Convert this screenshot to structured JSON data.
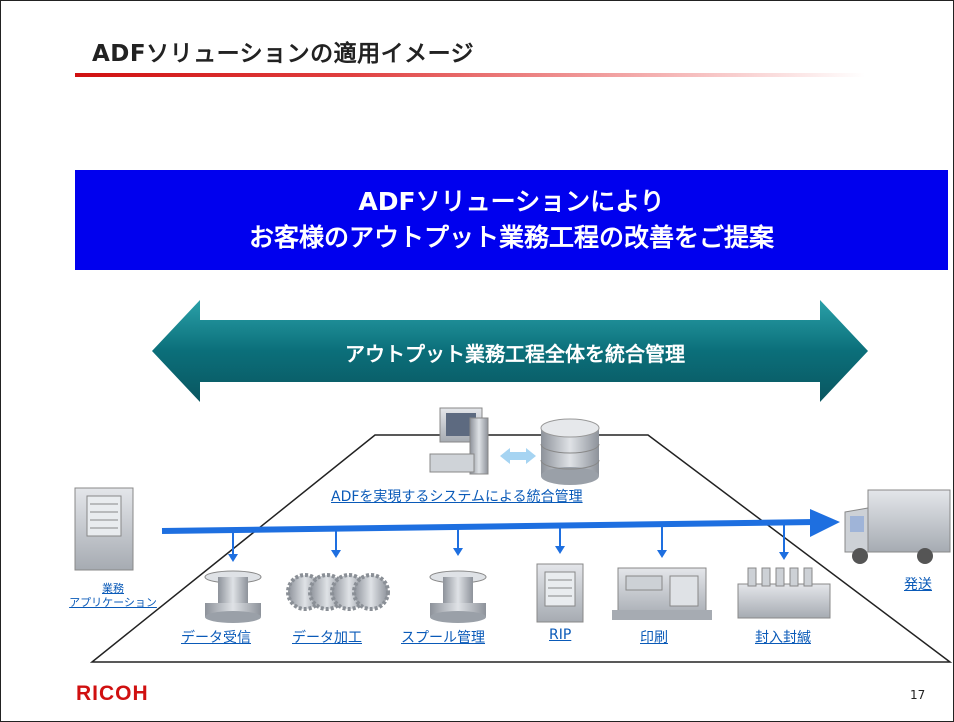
{
  "slide": {
    "title": "ADFソリューションの適用イメージ",
    "banner_line1": "ADFソリューションにより",
    "banner_line2": "お客様のアウトプット業務工程の改善をご提案",
    "arrow_label": "アウトプット業務工程全体を統合管理",
    "center_label": "ADFを実現するシステムによる統合管理",
    "app_label_line1": "業務",
    "app_label_line2": "アプリケーション",
    "ship_label": "発送",
    "processes": [
      "データ受信",
      "データ加工",
      "スプール管理",
      "RIP",
      "印刷",
      "封入封緘"
    ],
    "logo": "RICOH",
    "page_number": "17"
  },
  "colors": {
    "banner": "#0000ee",
    "arrow": "#0b6f7a",
    "flow": "#1e6fe0",
    "link": "#0a5ab8",
    "logo": "#d01010"
  },
  "icons": [
    "server-tower-icon",
    "pc-icon",
    "database-icon",
    "spool-icon",
    "gears-icon",
    "rip-server-icon",
    "printer-icon",
    "inserter-icon",
    "truck-icon"
  ]
}
